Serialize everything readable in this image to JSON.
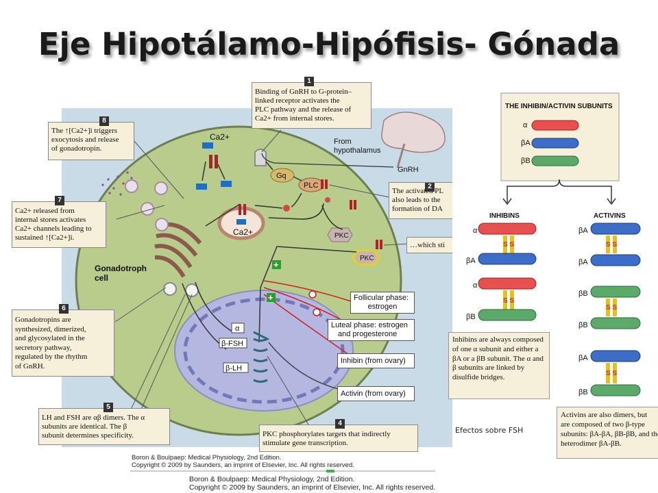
{
  "slide_title": "Eje Hipotálamo-Hipófisis- Gónada",
  "steps": {
    "s1": {
      "num": "1",
      "lines": [
        "Binding of GnRH to G-protein–",
        "linked receptor activates the",
        "PLC pathway and the release of",
        "Ca2+ from internal stores."
      ]
    },
    "s2": {
      "num": "2",
      "lines": [
        "The activated PL",
        "also leads to the",
        "formation of DA"
      ]
    },
    "s3": {
      "text": "…which sti"
    },
    "s4": {
      "num": "4",
      "lines": [
        "PKC phosphorylates targets that indirectly",
        "stimulate gene transcription."
      ]
    },
    "s5": {
      "num": "5",
      "lines": [
        "LH and FSH are αβ dimers. The α",
        "subunits are identical. The β",
        "subunit determines specificity."
      ]
    },
    "s6": {
      "num": "6",
      "lines": [
        "Gonadotropins are",
        "synthesized, dimerized,",
        "and glycosylated in the",
        "secretory pathway,",
        "regulated by the rhythm",
        "of GnRH."
      ]
    },
    "s7": {
      "num": "7",
      "lines": [
        "Ca2+ released from",
        "internal stores activates",
        "Ca2+ channels leading to",
        "sustained ↑[Ca2+]i."
      ]
    },
    "s8": {
      "num": "8",
      "lines": [
        "The ↑[Ca2+]i triggers",
        "exocytosis and release",
        "of gonadotropin."
      ]
    }
  },
  "labels": {
    "ca_top": "Ca2+",
    "ca_store": "Ca2+",
    "gq": "Gq",
    "plc": "PLC",
    "pkc1": "PKC",
    "pkc2": "PKC",
    "from_hypo_1": "From",
    "from_hypo_2": "hypothalamus",
    "gnrh": "GnRH",
    "cell_1": "Gonadotroph",
    "cell_2": "cell",
    "alpha": "α",
    "bfsh": "β-FSH",
    "blh": "β-LH"
  },
  "regulators": {
    "follicular": [
      "Follicular phase:",
      "estrogen"
    ],
    "luteal": [
      "Luteal phase: estrogen",
      "and progesterone"
    ],
    "inhibin": "Inhibin (from ovary)",
    "activin": "Activin (from ovary)"
  },
  "subunits": {
    "title": "THE INHIBIN/ACTIVIN SUBUNITS",
    "alpha": "α",
    "beta_a": "βA",
    "beta_b": "βB"
  },
  "inhibins": {
    "title": "INHIBINS",
    "labels": [
      "α",
      "βA",
      "α",
      "βB"
    ]
  },
  "activins": {
    "title": "ACTIVINS",
    "labels": [
      "βA",
      "βA",
      "βB",
      "βB",
      "βA",
      "βB"
    ]
  },
  "ss": "S S",
  "inhibin_note": [
    "Inhibins are always composed",
    "of one α subunit and either a",
    "βA or a βB subunit. The α and",
    "β subunits are linked by",
    "disulfide bridges."
  ],
  "activin_note": [
    "Activins are also dimers, but",
    "are composed of two β-type",
    "subunits: βA-βA, βB-βB, and the",
    "heterodimer βA-βB."
  ],
  "effects": "Efectos sobre FSH",
  "copyright": {
    "c1_a": "Boron & Boulpaep: Medical Physiology, 2nd Edition.",
    "c1_b": "Copyright © 2009 by Saunders, an imprint of Elsevier, Inc. All rights reserved.",
    "c2_a": "Boron & Boulpaep: Medical Physiology, 2nd Edition.",
    "c2_b": "Copyright © 2009 by Saunders, an imprint of Elsevier, Inc. All rights reserved."
  },
  "colors": {
    "cyto": "#b8cc8c",
    "bg_blue": "#c9dbe6",
    "nucleus": "#b4b8e0",
    "alpha_bar": "#e85050",
    "betaA_bar": "#3c6ec8",
    "betaB_bar": "#5caa6a"
  }
}
